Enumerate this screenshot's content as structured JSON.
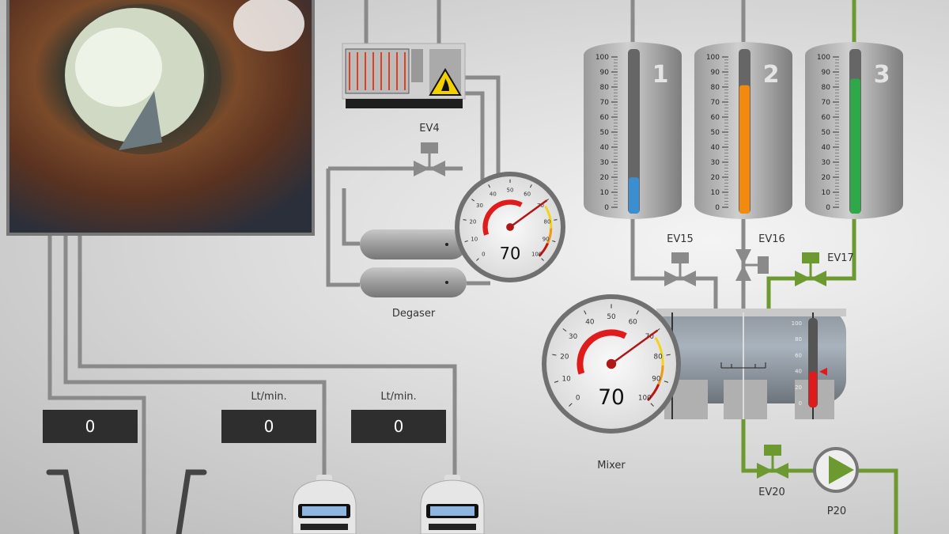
{
  "colors": {
    "pipe": "#8a8a8a",
    "active_pipe": "#6d9a30",
    "gauge_red": "#e01b1b",
    "tank1": "#3b8fd0",
    "tank2": "#f28a10",
    "tank3": "#2fa84a"
  },
  "camera": {
    "icon": "pipe-inspection-camera-feed"
  },
  "heater": {
    "icon": "heater-icon",
    "warning_icon": "flammable-warning-icon"
  },
  "valves": {
    "ev4": "EV4",
    "ev15": "EV15",
    "ev16": "EV16",
    "ev17": "EV17",
    "ev20": "EV20"
  },
  "pump": {
    "label": "P20"
  },
  "degaser": {
    "label": "Degaser",
    "gauge_value": 70,
    "gauge_text": "70"
  },
  "mixer": {
    "label": "Mixer",
    "gauge_value": 70,
    "gauge_text": "70",
    "level_percent": 40,
    "level_setpoint": 40,
    "level_ticks": [
      "100",
      "80",
      "60",
      "40",
      "20",
      "0"
    ]
  },
  "gauge_ticks": [
    "0",
    "10",
    "20",
    "30",
    "40",
    "50",
    "60",
    "70",
    "80",
    "90",
    "100"
  ],
  "tanks": [
    {
      "name": "1",
      "level_percent": 22,
      "color": "#3b8fd0"
    },
    {
      "name": "2",
      "level_percent": 78,
      "color": "#f28a10"
    },
    {
      "name": "3",
      "level_percent": 82,
      "color": "#2fa84a"
    }
  ],
  "tank_ticks": [
    "100",
    "90",
    "80",
    "70",
    "60",
    "50",
    "40",
    "30",
    "20",
    "10",
    "0"
  ],
  "flow_displays": [
    {
      "unit": "",
      "value": "0"
    },
    {
      "unit": "Lt/min.",
      "value": "0"
    },
    {
      "unit": "Lt/min.",
      "value": "0"
    }
  ]
}
